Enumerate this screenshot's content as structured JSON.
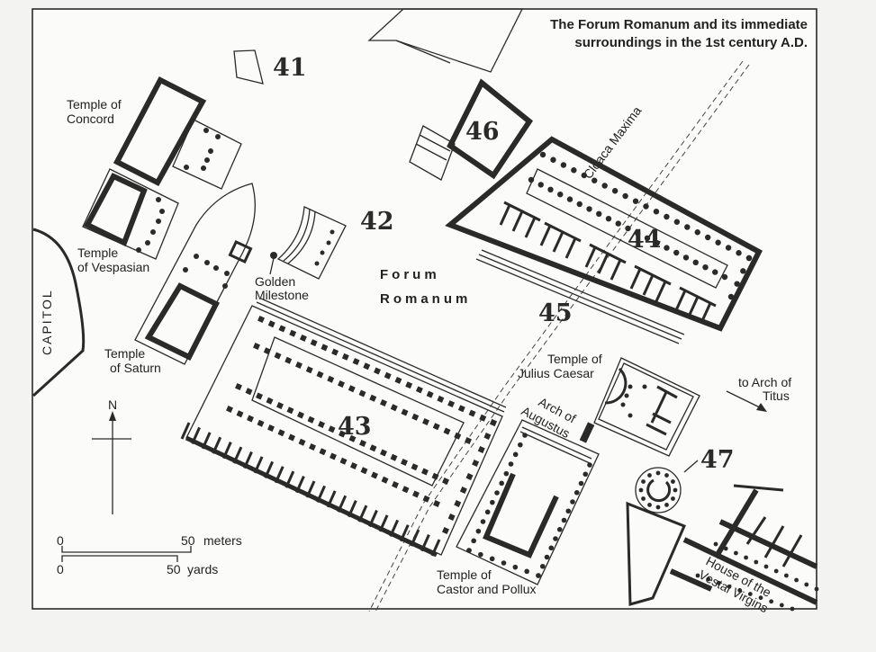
{
  "title": {
    "line1": "The Forum Romanum and its immediate",
    "line2": "surroundings in the 1st century A.D."
  },
  "sites": {
    "n41": "41",
    "n42": "42",
    "n43": "43",
    "n44": "44",
    "n45": "45",
    "n46": "46",
    "n47": "47"
  },
  "labels": {
    "concord_1": "Temple of",
    "concord_2": "Concord",
    "vespasian_1": "Temple",
    "vespasian_2": "of Vespasian",
    "saturn_1": "Temple",
    "saturn_2": "of Saturn",
    "milestone_1": "Golden",
    "milestone_2": "Milestone",
    "forum_1": "Forum",
    "forum_2": "Romanum",
    "capitol": "CAPITOL",
    "cloaca": "Cloaca Maxima",
    "caesar_1": "Temple of",
    "caesar_2": "Julius Caesar",
    "augustus_1": "Arch of",
    "augustus_2": "Augustus",
    "castor_1": "Temple of",
    "castor_2": "Castor and Pollux",
    "titus_1": "to Arch of",
    "titus_2": "Titus",
    "vestal_1": "House of the",
    "vestal_2": "Vestal Virgins"
  },
  "compass": {
    "north": "N"
  },
  "scale": {
    "meters_zero": "0",
    "meters_end": "50",
    "meters_unit": "meters",
    "yards_zero": "0",
    "yards_end": "50",
    "yards_unit": "yards"
  }
}
